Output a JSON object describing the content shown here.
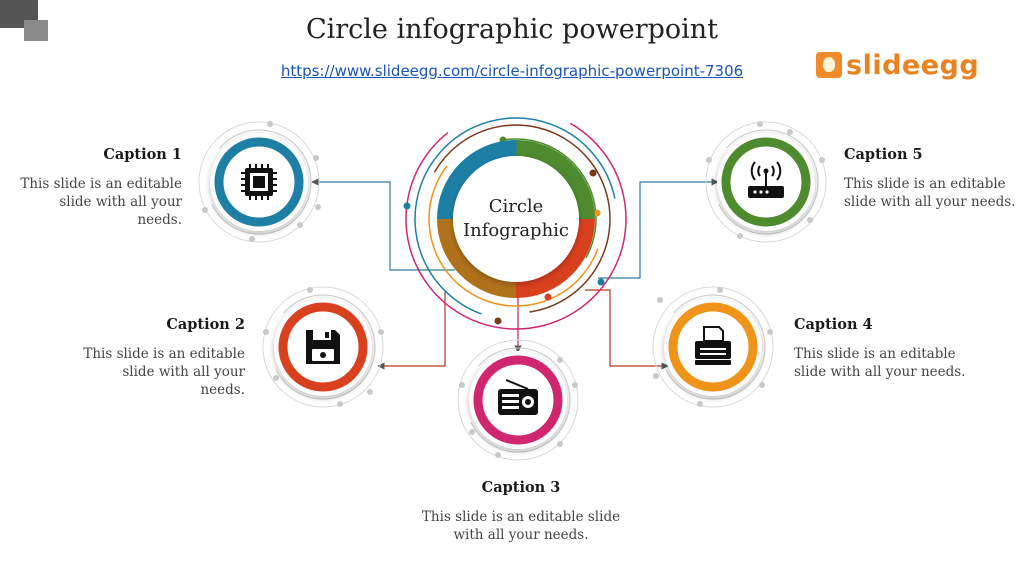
{
  "title": "Circle infographic powerpoint",
  "url": "https://www.slideegg.com/circle-infographic-powerpoint-7306",
  "logo_text": "slideegg",
  "center": {
    "line1": "Circle",
    "line2": "Infographic"
  },
  "captions": [
    {
      "heading": "Caption 1",
      "line1": "This slide is an editable",
      "line2": "slide with all your needs.",
      "icon": "chip-icon",
      "color": "#1e7fa5"
    },
    {
      "heading": "Caption 2",
      "line1": "This slide is an editable",
      "line2": "slide with all your needs.",
      "icon": "floppy-disk-icon",
      "color": "#d9401e"
    },
    {
      "heading": "Caption 3",
      "line1": "This slide is an editable slide",
      "line2": "with all your needs.",
      "icon": "radio-icon",
      "color": "#d0256f"
    },
    {
      "heading": "Caption 4",
      "line1": "This slide is an editable",
      "line2": "slide with all your needs.",
      "icon": "printer-icon",
      "color": "#f09319"
    },
    {
      "heading": "Caption 5",
      "line1": "This slide is an editable",
      "line2": "slide with all your needs.",
      "icon": "router-icon",
      "color": "#4e8a2e"
    }
  ]
}
